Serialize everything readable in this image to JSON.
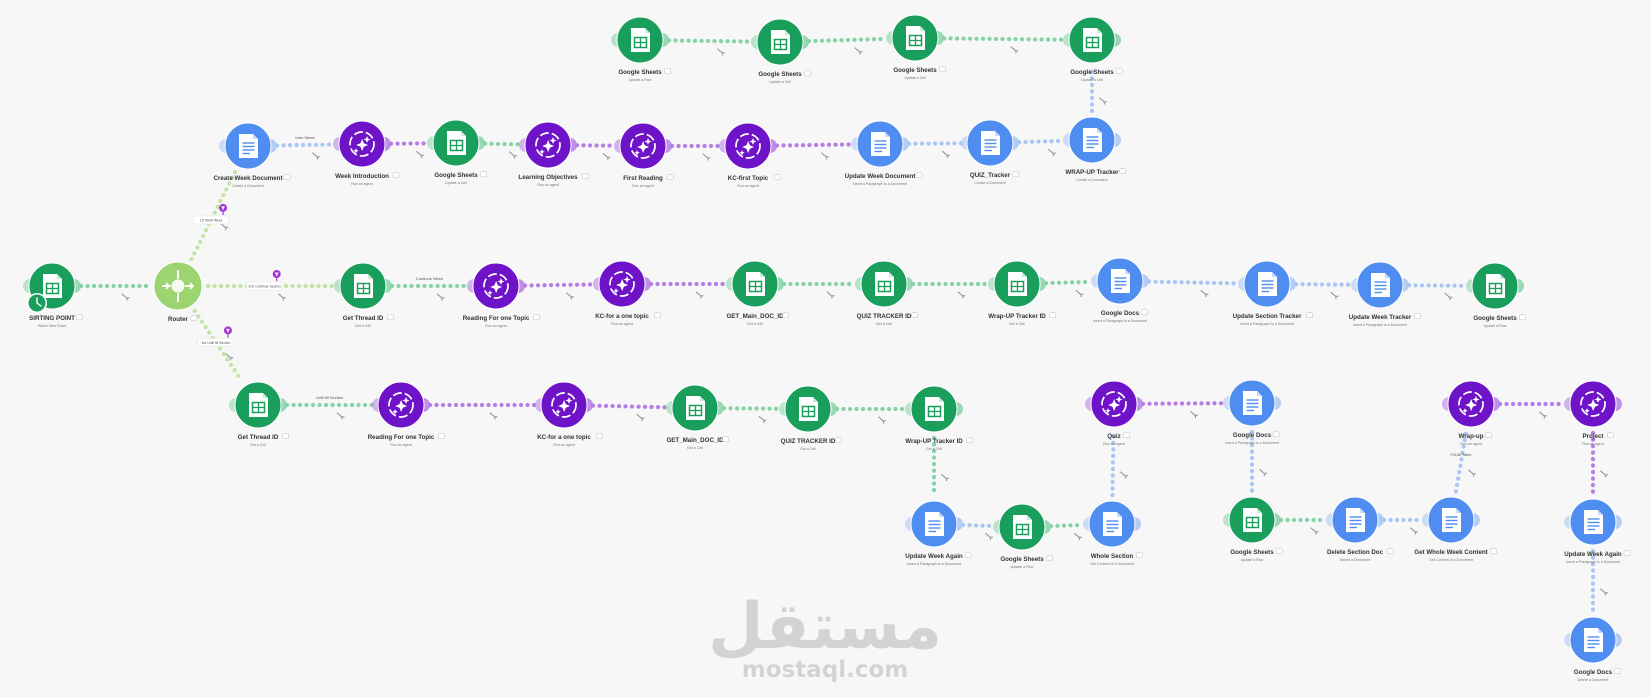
{
  "colors": {
    "green": "#1a9e5c",
    "purple": "#6f13c9",
    "blue": "#4f8ef0",
    "router": "#9bd470",
    "link_green": "#86d3a8",
    "link_purple": "#b57ee6",
    "link_blue": "#a9c6f5",
    "link_router": "#c2e4a4",
    "background": "#f7f7f7"
  },
  "watermark": {
    "arabic": "مستقل",
    "latin": "mostaql.com"
  },
  "nodes": [
    {
      "id": "s1",
      "type": "sheets",
      "title": "Google Sheets",
      "sub": "Update a Row"
    },
    {
      "id": "s2",
      "type": "sheets",
      "title": "Google Sheets",
      "sub": "Update a Cell"
    },
    {
      "id": "s3",
      "type": "sheets",
      "title": "Google Sheets",
      "sub": "Update a Cell"
    },
    {
      "id": "s4",
      "type": "sheets",
      "title": "Google Sheets",
      "sub": "Update a Cell"
    },
    {
      "id": "r1",
      "type": "docs",
      "title": "Create Week Document",
      "sub": "Create a Document"
    },
    {
      "id": "r2",
      "type": "ai",
      "title": "Week Introduction",
      "sub": "Run an agent"
    },
    {
      "id": "r3",
      "type": "sheets",
      "title": "Google Sheets",
      "sub": "Update a Cell"
    },
    {
      "id": "r4",
      "type": "ai",
      "title": "Learning Objectives",
      "sub": "Run an agent"
    },
    {
      "id": "r5",
      "type": "ai",
      "title": "First Reading",
      "sub": "Run an agent"
    },
    {
      "id": "r6",
      "type": "ai",
      "title": "KC-first Topic",
      "sub": "Run an agent"
    },
    {
      "id": "r7",
      "type": "docs",
      "title": "Update Week Document",
      "sub": "Insert a Paragraph to a Document"
    },
    {
      "id": "r8",
      "type": "docs",
      "title": "QUIZ_Tracker",
      "sub": "Create a Document"
    },
    {
      "id": "r9",
      "type": "docs",
      "title": "WRAP-UP Tracker",
      "sub": "Create a Document"
    },
    {
      "id": "start",
      "type": "sheets",
      "title": "SIRTING POINT",
      "sub": "Watch New Rows"
    },
    {
      "id": "router",
      "type": "router",
      "title": "Router",
      "sub": ""
    },
    {
      "id": "m1",
      "type": "sheets",
      "title": "Get Thread ID",
      "sub": "Get a Cell"
    },
    {
      "id": "m2",
      "type": "ai",
      "title": "Reading For one Topic",
      "sub": "Run an agent"
    },
    {
      "id": "m3",
      "type": "ai",
      "title": "KC-for a one topic",
      "sub": "Run an agent"
    },
    {
      "id": "m4",
      "type": "sheets",
      "title": "GET_Main_DOC_ID",
      "sub": "Get a Cell"
    },
    {
      "id": "m5",
      "type": "sheets",
      "title": "QUIZ TRACKER ID",
      "sub": "Get a Cell"
    },
    {
      "id": "m6",
      "type": "sheets",
      "title": "Wrap-UP Tracker ID",
      "sub": "Get a Cell"
    },
    {
      "id": "m7",
      "type": "docs",
      "title": "Google Docs",
      "sub": "Insert a Paragraph to a Document"
    },
    {
      "id": "m8",
      "type": "docs",
      "title": "Update Section Tracker",
      "sub": "Insert a Paragraph to a Document"
    },
    {
      "id": "m9",
      "type": "docs",
      "title": "Update Week Tracker",
      "sub": "Insert a Paragraph to a Document"
    },
    {
      "id": "m10",
      "type": "sheets",
      "title": "Google Sheets",
      "sub": "Update a Row"
    },
    {
      "id": "b1",
      "type": "sheets",
      "title": "Get Thread ID",
      "sub": "Get a Cell"
    },
    {
      "id": "b2",
      "type": "ai",
      "title": "Reading For one Topic",
      "sub": "Run an agent"
    },
    {
      "id": "b3",
      "type": "ai",
      "title": "KC-for a one topic",
      "sub": "Run an agent"
    },
    {
      "id": "b4",
      "type": "sheets",
      "title": "GET_Main_DOC_ID",
      "sub": "Get a Cell"
    },
    {
      "id": "b5",
      "type": "sheets",
      "title": "QUIZ TRACKER ID",
      "sub": "Get a Cell"
    },
    {
      "id": "b6",
      "type": "sheets",
      "title": "Wrap-UP Tracker ID",
      "sub": "Get a Cell"
    },
    {
      "id": "q1",
      "type": "docs",
      "title": "Update Week Again",
      "sub": "Insert a Paragraph to a Document"
    },
    {
      "id": "q2",
      "type": "sheets",
      "title": "Google Sheets",
      "sub": "Update a Row"
    },
    {
      "id": "q3",
      "type": "docs",
      "title": "Whole Section",
      "sub": "Get Content of a Document"
    },
    {
      "id": "q4",
      "type": "ai",
      "title": "Quiz",
      "sub": "Run an agent"
    },
    {
      "id": "q5",
      "type": "docs",
      "title": "Google Docs",
      "sub": "Insert a Paragraph to a Document"
    },
    {
      "id": "q6",
      "type": "sheets",
      "title": "Google Sheets",
      "sub": "Update a Row"
    },
    {
      "id": "q7",
      "type": "docs",
      "title": "Delete Section Doc",
      "sub": "Delete a Document"
    },
    {
      "id": "q8",
      "type": "docs",
      "title": "Get Whole Week Content",
      "sub": "Get Content of a Document"
    },
    {
      "id": "q9",
      "type": "ai",
      "title": "Wrap-up",
      "sub": "Run an agent"
    },
    {
      "id": "q10",
      "type": "ai",
      "title": "Project",
      "sub": "Run an agent"
    },
    {
      "id": "q11",
      "type": "docs",
      "title": "Update Week Again",
      "sub": "Insert a Paragraph to a Document"
    },
    {
      "id": "q12",
      "type": "docs",
      "title": "Google Docs",
      "sub": "Delete a Document"
    }
  ],
  "links": [
    [
      "s1",
      "s2"
    ],
    [
      "s2",
      "s3"
    ],
    [
      "s3",
      "s4"
    ],
    [
      "r9",
      "s4"
    ],
    [
      "router",
      "r1"
    ],
    [
      "r1",
      "r2"
    ],
    [
      "r2",
      "r3"
    ],
    [
      "r3",
      "r4"
    ],
    [
      "r4",
      "r5"
    ],
    [
      "r5",
      "r6"
    ],
    [
      "r6",
      "r7"
    ],
    [
      "r7",
      "r8"
    ],
    [
      "r8",
      "r9"
    ],
    [
      "start",
      "router"
    ],
    [
      "router",
      "m1"
    ],
    [
      "m1",
      "m2"
    ],
    [
      "m2",
      "m3"
    ],
    [
      "m3",
      "m4"
    ],
    [
      "m4",
      "m5"
    ],
    [
      "m5",
      "m6"
    ],
    [
      "m6",
      "m7"
    ],
    [
      "m7",
      "m8"
    ],
    [
      "m8",
      "m9"
    ],
    [
      "m9",
      "m10"
    ],
    [
      "router",
      "b1"
    ],
    [
      "b1",
      "b2"
    ],
    [
      "b2",
      "b3"
    ],
    [
      "b3",
      "b4"
    ],
    [
      "b4",
      "b5"
    ],
    [
      "b5",
      "b6"
    ],
    [
      "b6",
      "q1"
    ],
    [
      "q1",
      "q2"
    ],
    [
      "q2",
      "q3"
    ],
    [
      "q3",
      "q4"
    ],
    [
      "q4",
      "q5"
    ],
    [
      "q5",
      "q6"
    ],
    [
      "q6",
      "q7"
    ],
    [
      "q7",
      "q8"
    ],
    [
      "q8",
      "q9"
    ],
    [
      "q9",
      "q10"
    ],
    [
      "q10",
      "q11"
    ],
    [
      "q11",
      "q12"
    ]
  ],
  "link_labels": [
    {
      "link": "r1-r2",
      "text": "Intro Week"
    },
    {
      "link": "m1-m2",
      "text": "Continue Week"
    },
    {
      "link": "b1-b2",
      "text": "Until fill Section"
    },
    {
      "link": "q8-q9",
      "text": "Fill All Table"
    }
  ],
  "route_filters": [
    {
      "route": "router-r1",
      "text": "1st  NEW Week"
    },
    {
      "route": "router-m1",
      "text": "2nd  Continue Section"
    },
    {
      "route": "router-b1",
      "text": "3rd  Until fill Section"
    }
  ]
}
